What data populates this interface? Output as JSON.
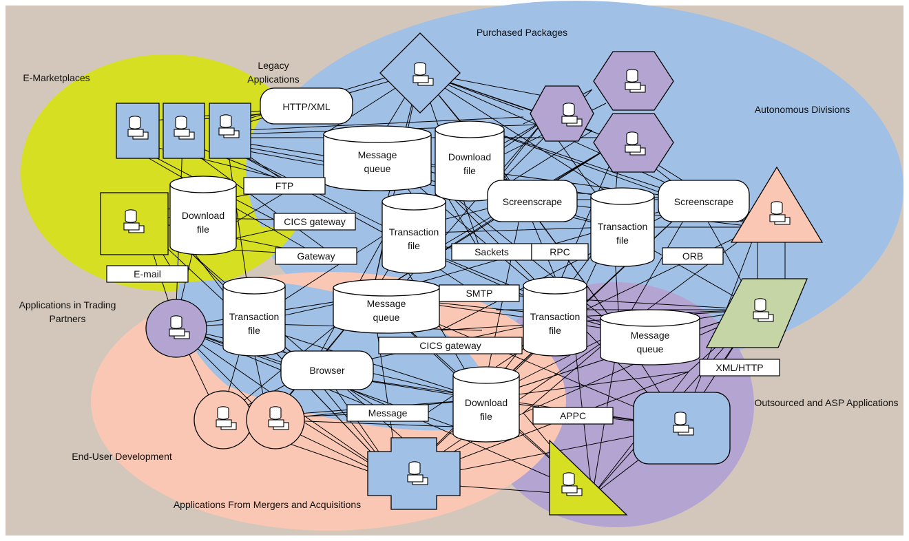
{
  "regions": {
    "purchased": "Purchased Packages",
    "legacy_line1": "Legacy",
    "legacy_line2": "Applications",
    "emarket": "E-Marketplaces",
    "autonomous": "Autonomous Divisions",
    "trading_line1": "Applications in Trading",
    "trading_line2": "Partners",
    "outsourced": "Outsourced and ASP Applications",
    "enduser": "End-User Development",
    "mergers": "Applications From Mergers and Acquisitions"
  },
  "stores": {
    "msgq1": [
      "Message",
      "queue"
    ],
    "dl1": [
      "Download",
      "file"
    ],
    "dl2": [
      "Download",
      "file"
    ],
    "tx1": [
      "Transaction",
      "file"
    ],
    "tx2": [
      "Transaction",
      "file"
    ],
    "msgq2": [
      "Message",
      "queue"
    ],
    "tx3": [
      "Transaction",
      "file"
    ],
    "tx4": [
      "Transaction",
      "file"
    ],
    "msgq3": [
      "Message",
      "queue"
    ],
    "dl3": [
      "Download",
      "file"
    ]
  },
  "connectors": {
    "http_xml": "HTTP/XML",
    "ftp": "FTP",
    "cics1": "CICS gateway",
    "gateway": "Gateway",
    "email": "E-mail",
    "sackets": "Sackets",
    "rpc": "RPC",
    "orb": "ORB",
    "smtp": "SMTP",
    "cics2": "CICS gateway",
    "xml_http": "XML/HTTP",
    "message": "Message",
    "appc": "APPC",
    "screenscrape1": "Screenscrape",
    "screenscrape2": "Screenscrape",
    "browser": "Browser"
  },
  "colors": {
    "background": "#d3c7bb",
    "blue": "#a1c0e5",
    "yellow_green": "#d6df22",
    "salmon": "#f9c7b4",
    "purple": "#b4a4d2",
    "sage": "#c5d5a6",
    "line": "#000000"
  },
  "icons": [
    "server-icon"
  ]
}
